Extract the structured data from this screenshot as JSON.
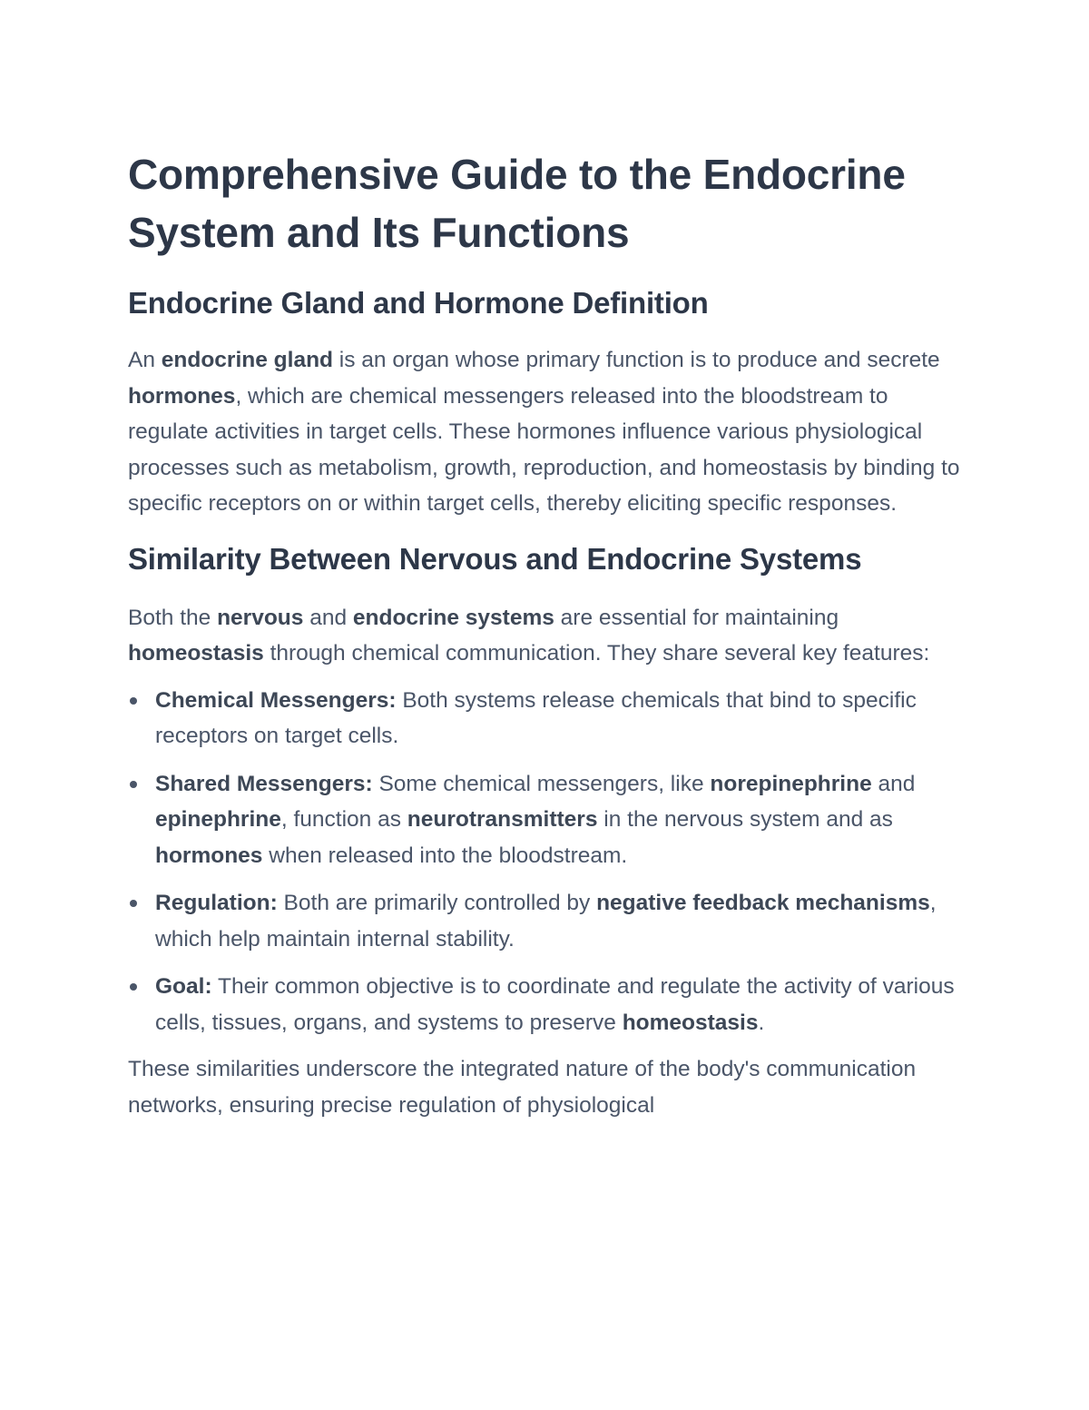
{
  "document": {
    "title": "Comprehensive Guide to the Endocrine System and Its Functions",
    "colors": {
      "heading": "#2d3748",
      "body": "#4a5568",
      "background": "#ffffff"
    },
    "sections": [
      {
        "heading": "Endocrine Gland and Hormone Definition",
        "paragraph": {
          "t0": "An ",
          "b0": "endocrine gland",
          "t1": " is an organ whose primary function is to produce and secrete ",
          "b1": "hormones",
          "t2": ", which are chemical messengers released into the bloodstream to regulate activities in target cells. These hormones influence various physiological processes such as metabolism, growth, reproduction, and homeostasis by binding to specific receptors on or within target cells, thereby eliciting specific responses."
        }
      },
      {
        "heading": "Similarity Between Nervous and Endocrine Systems",
        "intro": {
          "t0": "Both the ",
          "b0": "nervous",
          "t1": " and ",
          "b1": "endocrine systems",
          "t2": " are essential for maintaining ",
          "b2": "homeostasis",
          "t3": " through chemical communication. They share several key features:"
        },
        "bullets": [
          {
            "label": "Chemical Messengers:",
            "t0": " Both systems release chemicals that bind to specific receptors on target cells."
          },
          {
            "label": "Shared Messengers:",
            "t0": " Some chemical messengers, like ",
            "b0": "norepinephrine",
            "t1": " and ",
            "b1": "epinephrine",
            "t2": ", function as ",
            "b2": "neurotransmitters",
            "t3": " in the nervous system and as ",
            "b3": "hormones",
            "t4": " when released into the bloodstream."
          },
          {
            "label": "Regulation:",
            "t0": " Both are primarily controlled by ",
            "b0": "negative feedback mechanisms",
            "t1": ", which help maintain internal stability."
          },
          {
            "label": "Goal:",
            "t0": " Their common objective is to coordinate and regulate the activity of various cells, tissues, organs, and systems to preserve ",
            "b0": "homeostasis",
            "t1": "."
          }
        ],
        "closing": "These similarities underscore the integrated nature of the body's communication networks, ensuring precise regulation of physiological"
      }
    ]
  }
}
